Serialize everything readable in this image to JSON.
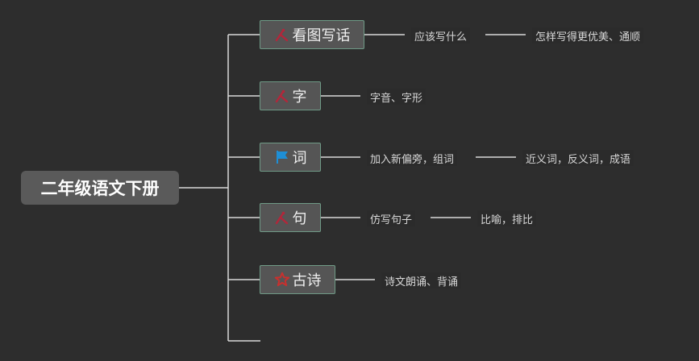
{
  "colors": {
    "background": "#2d2d2d",
    "line": "#d9d9d9",
    "node_fill": "#555555",
    "node_border": "#6f9a86",
    "root_fill": "#5a5a5a",
    "icon_red": "#b3263a",
    "icon_blue": "#1e8fd6",
    "icon_star": "#c8302e"
  },
  "root": {
    "label": "二年级语文下册"
  },
  "branches": [
    {
      "label": "看图写话",
      "icon": "pen-ruler-icon",
      "children": [
        {
          "label": "应该写什么",
          "children": [
            {
              "label": "怎样写得更优美、通顺"
            }
          ]
        }
      ]
    },
    {
      "label": "字",
      "icon": "pen-ruler-icon",
      "children": [
        {
          "label": "字音、字形"
        }
      ]
    },
    {
      "label": "词",
      "icon": "flag-icon",
      "children": [
        {
          "label": "加入新偏旁，组词",
          "children": [
            {
              "label": "近义词，反义词，成语"
            }
          ]
        }
      ]
    },
    {
      "label": "句",
      "icon": "pen-ruler-icon",
      "children": [
        {
          "label": "仿写句子",
          "children": [
            {
              "label": "比喻，排比"
            }
          ]
        }
      ]
    },
    {
      "label": "古诗",
      "icon": "star-icon",
      "children": [
        {
          "label": "诗文朗诵、背诵"
        }
      ]
    }
  ]
}
